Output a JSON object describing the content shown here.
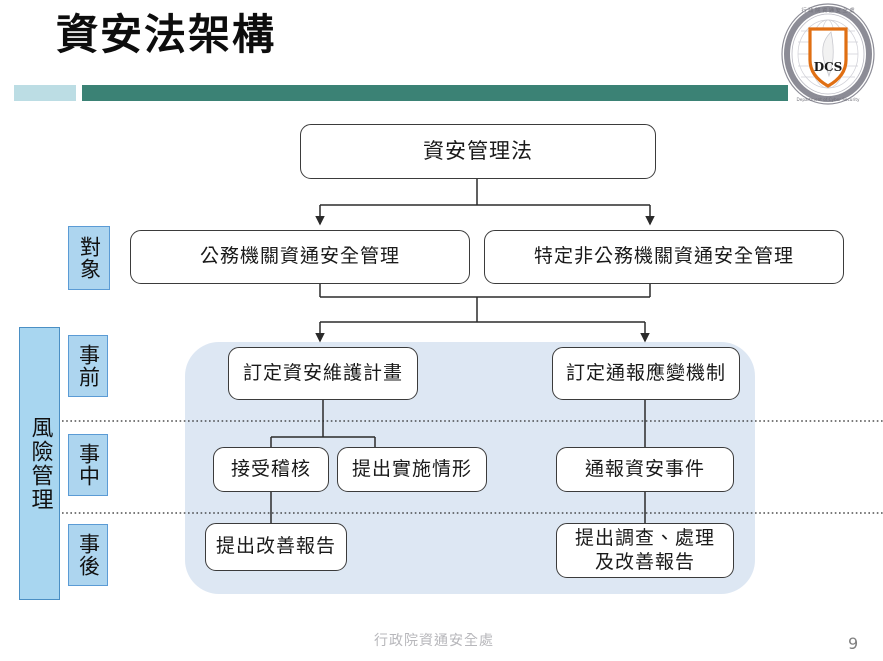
{
  "slide": {
    "title": "資安法架構",
    "page_number": "9",
    "footer_org": "行政院資通安全處",
    "accent_color": "#3b8275",
    "accent_secondary_color": "#bcdde4",
    "panel_color": "#dde7f3",
    "label_color": "#add5ef"
  },
  "logo": {
    "name": "dcs-emblem",
    "abbreviation": "DCS",
    "ring_text_top": "行 政 院 資 通 安 全 處",
    "ring_text_bottom": "Department of Cyber Security, Executive Yuan"
  },
  "diagram": {
    "root": {
      "label": "資安管理法"
    },
    "side_labels": {
      "object": "對象",
      "risk_management": "風險管理",
      "before": "事前",
      "during": "事中",
      "after": "事後"
    },
    "targets": [
      {
        "label": "公務機關資通安全管理"
      },
      {
        "label": "特定非公務機關資通安全管理"
      }
    ],
    "stages": [
      {
        "stage": "事前",
        "nodes": [
          {
            "label": "訂定資安維護計畫"
          },
          {
            "label": "訂定通報應變機制"
          }
        ]
      },
      {
        "stage": "事中",
        "nodes": [
          {
            "label": "接受稽核"
          },
          {
            "label": "提出實施情形"
          },
          {
            "label": "通報資安事件"
          }
        ]
      },
      {
        "stage": "事後",
        "nodes": [
          {
            "label": "提出改善報告"
          },
          {
            "label": "提出調查、處理\n及改善報告"
          }
        ]
      }
    ]
  }
}
